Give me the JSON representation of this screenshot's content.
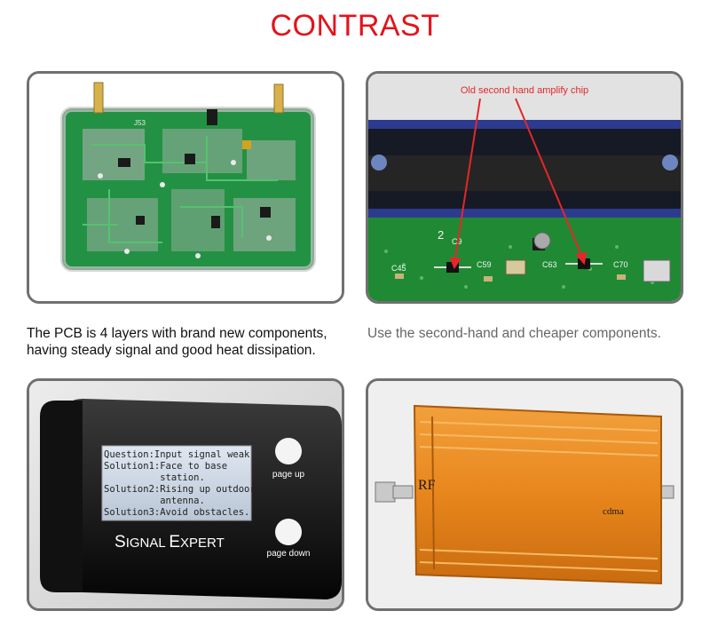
{
  "title": "CONTRAST",
  "captions": {
    "left": "The PCB is 4 layers with brand new components, having steady signal and good heat dissipation.",
    "right": "Use the second-hand and cheaper components."
  },
  "old_chip": {
    "annotation": "Old second hand amplify chip",
    "board_labels": [
      "C45",
      "C59",
      "C63",
      "C70",
      "2",
      "C9"
    ]
  },
  "new_pcb": {
    "labels": [
      "J53"
    ]
  },
  "display": {
    "lines": [
      "Question:Input signal weak",
      "Solution1:Face to base",
      "          station.",
      "Solution2:Rising up outdoor",
      "          antenna.",
      "Solution3:Avoid obstacles."
    ],
    "brand_prefix_large_1": "S",
    "brand_rest_1": "IGNAL ",
    "brand_prefix_large_2": "E",
    "brand_rest_2": "XPERT",
    "button_up_label": "page up",
    "button_down_label": "page down"
  },
  "repeater": {
    "label_rf": "RF",
    "label_band": "cdma"
  },
  "colors": {
    "title": "#e3131b",
    "pcb_green": "#1f8a3c",
    "repeater_orange": "#e8861c"
  }
}
